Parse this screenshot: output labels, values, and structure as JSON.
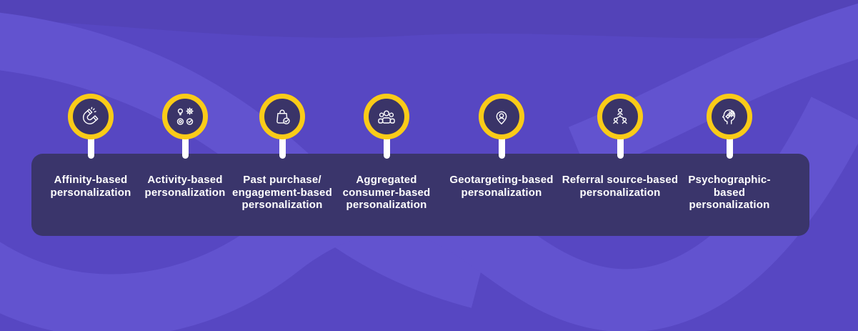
{
  "colors": {
    "background": "#5747C2",
    "wave_light": "#6253CF",
    "wave_dark": "#5343B8",
    "bar": "#3A356B",
    "circle_fill": "#3A3468",
    "ring_yellow": "#FACB18",
    "text": "#FFFFFF"
  },
  "items": [
    {
      "icon": "magnet-icon",
      "lines": [
        "Affinity-based",
        "personalization"
      ]
    },
    {
      "icon": "activity-grid-icon",
      "lines": [
        "Activity-based",
        "personalization"
      ]
    },
    {
      "icon": "shopping-bag-check-icon",
      "lines": [
        "Past purchase/",
        "engagement-based",
        "personalization"
      ]
    },
    {
      "icon": "people-group-icon",
      "lines": [
        "Aggregated",
        "consumer-based",
        "personalization"
      ]
    },
    {
      "icon": "location-pin-icon",
      "lines": [
        "Geotargeting-based",
        "personalization"
      ]
    },
    {
      "icon": "referral-network-icon",
      "lines": [
        "Referral source-based",
        "personalization"
      ]
    },
    {
      "icon": "head-gears-icon",
      "lines": [
        "Psychographic-",
        "based",
        "personalization"
      ]
    }
  ]
}
